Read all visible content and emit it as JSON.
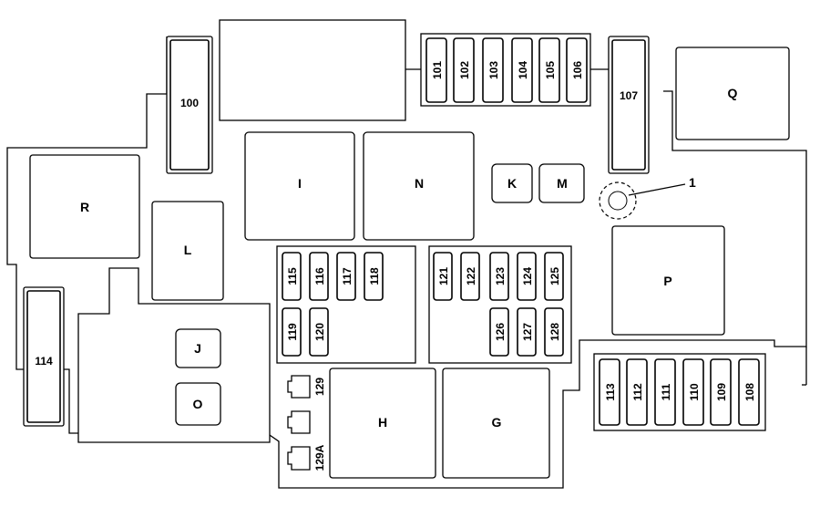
{
  "relays": {
    "I": "I",
    "N": "N",
    "K": "K",
    "M": "M",
    "R": "R",
    "L": "L",
    "J": "J",
    "O": "O",
    "Q": "Q",
    "P": "P",
    "H": "H",
    "G": "G"
  },
  "fuses": {
    "f100": "100",
    "f101": "101",
    "f102": "102",
    "f103": "103",
    "f104": "104",
    "f105": "105",
    "f106": "106",
    "f107": "107",
    "f108": "108",
    "f109": "109",
    "f110": "110",
    "f111": "111",
    "f112": "112",
    "f113": "113",
    "f114": "114",
    "f115": "115",
    "f116": "116",
    "f117": "117",
    "f118": "118",
    "f119": "119",
    "f120": "120",
    "f121": "121",
    "f122": "122",
    "f123": "123",
    "f124": "124",
    "f125": "125",
    "f126": "126",
    "f127": "127",
    "f128": "128"
  },
  "connectors": {
    "c129": "129",
    "c129a": "129A"
  },
  "callout": {
    "label": "1"
  }
}
